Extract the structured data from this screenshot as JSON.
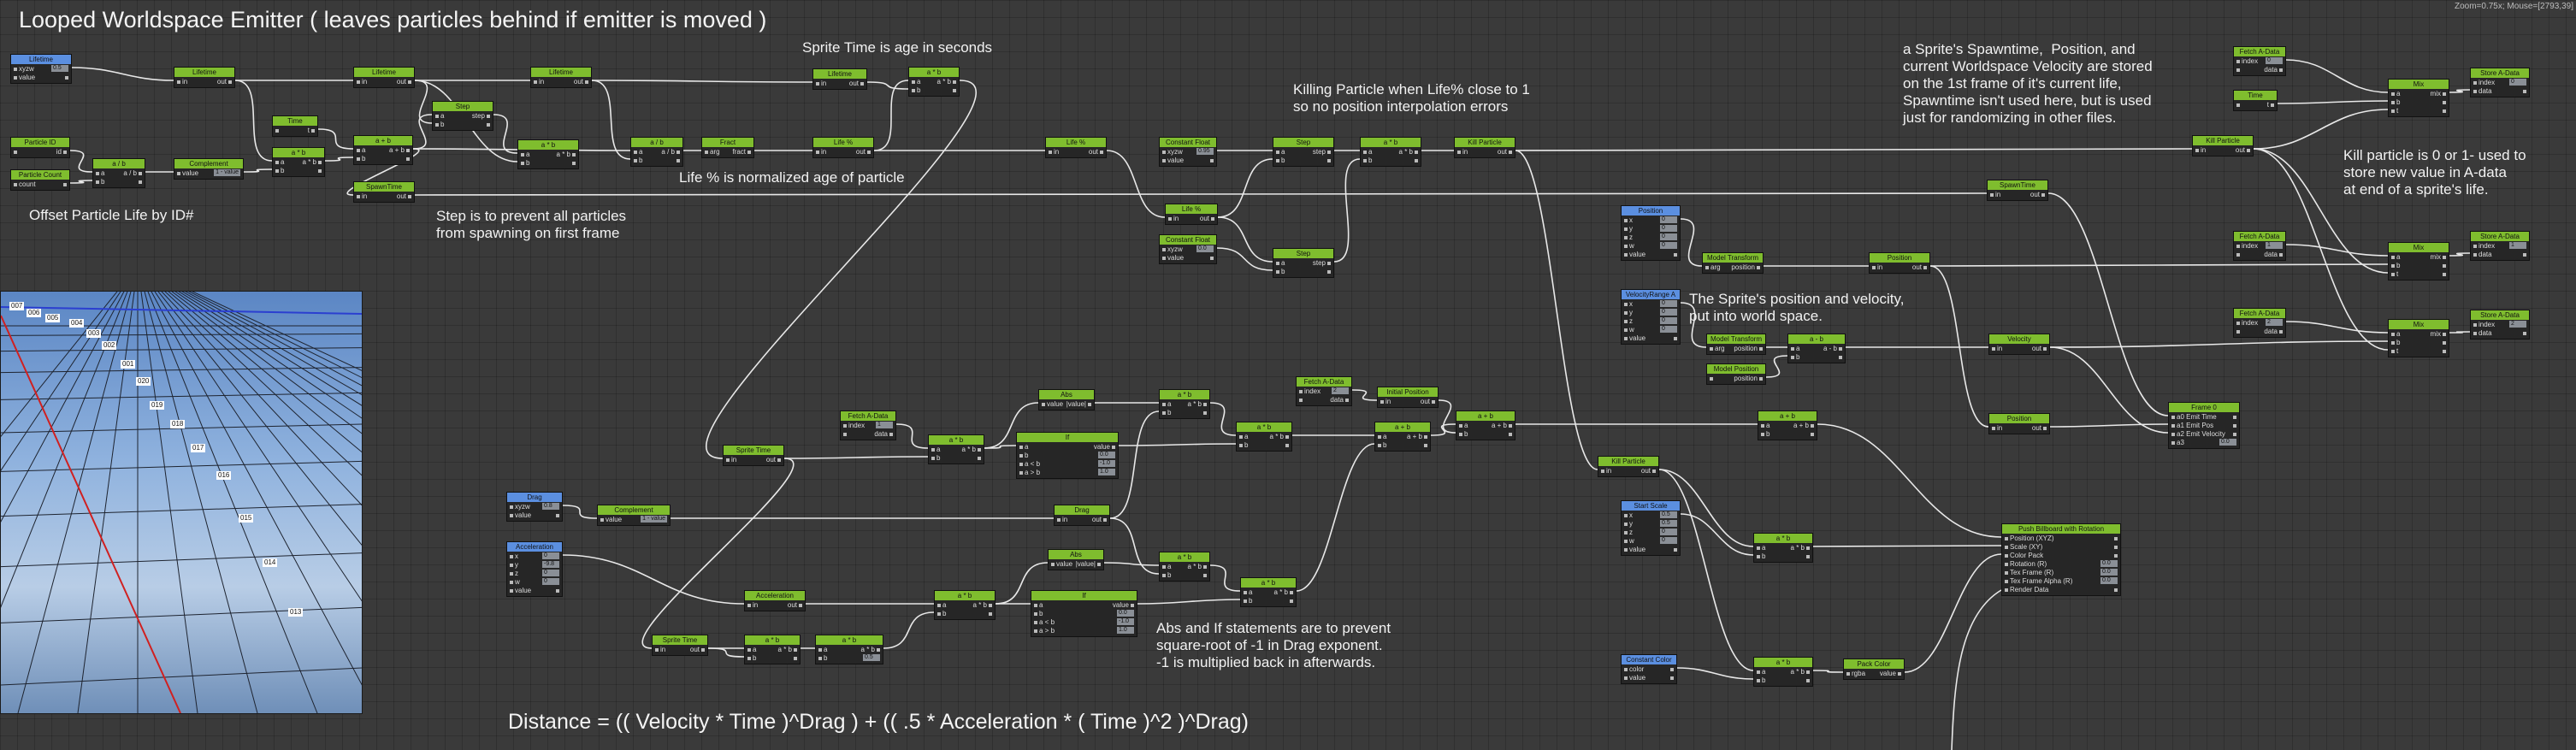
{
  "header": {
    "title": "Looped Worldspace Emitter ( leaves particles behind if emitter is moved )",
    "zoom_readout": "Zoom=0.75x; Mouse=[2793,39]"
  },
  "notes": {
    "sprite_age": "Sprite Time is age in seconds",
    "killing": "Killing Particle when Life% close to 1\nso no position interpolation errors",
    "spawn_storage": "a Sprite's Spawntime,  Position, and\ncurrent Worldspace Velocity are stored\non the 1st frame of it's current life,\nSpawntime isn't used here, but is used\njust for randomizing in other files.",
    "kill_particle": "Kill particle is 0 or 1- used to\nstore new value in A-data\nat end of a sprite's life.",
    "life_percent": "Life % is normalized age of particle",
    "offset": "Offset Particle Life by ID#",
    "step": "Step is to prevent all particles\nfrom spawning on first frame",
    "world_space": "The Sprite's position and velocity,\nput into world space.",
    "abs_if": "Abs and If statements are to prevent\nsquare-root of -1 in Drag exponent.\n-1 is multiplied back in afterwards.",
    "formula": "Distance = (( Velocity * Time )^Drag ) + (( .5 * Acceleration * ( Time )^2 )^Drag)"
  },
  "nodes": [
    {
      "id": "lifetime-param",
      "title": "Lifetime",
      "blue": true,
      "rows": [
        [
          "xyzw",
          "0.5"
        ],
        [
          "value",
          ""
        ]
      ]
    },
    {
      "id": "particle-id",
      "title": "Particle ID",
      "rows": [
        [
          "",
          "id"
        ]
      ]
    },
    {
      "id": "particle-count",
      "title": "Particle Count",
      "rows": [
        [
          "count",
          ""
        ]
      ]
    },
    {
      "id": "div-1",
      "title": "a / b",
      "rows": [
        [
          "a",
          "a / b"
        ],
        [
          "b",
          ""
        ]
      ]
    },
    {
      "id": "lifetime-1",
      "title": "Lifetime",
      "rows": [
        [
          "in",
          "out"
        ]
      ]
    },
    {
      "id": "complement-1",
      "title": "Complement",
      "rows": [
        [
          "value",
          "1 - value"
        ]
      ]
    },
    {
      "id": "time-1",
      "title": "Time",
      "rows": [
        [
          "",
          "t"
        ]
      ]
    },
    {
      "id": "mul-1",
      "title": "a * b",
      "rows": [
        [
          "a",
          "a * b"
        ],
        [
          "b",
          ""
        ]
      ]
    },
    {
      "id": "lifetime-2",
      "title": "Lifetime",
      "rows": [
        [
          "in",
          "out"
        ]
      ]
    },
    {
      "id": "add-1",
      "title": "a + b",
      "rows": [
        [
          "a",
          "a + b"
        ],
        [
          "b",
          ""
        ]
      ]
    },
    {
      "id": "spawntime-1",
      "title": "SpawnTime",
      "rows": [
        [
          "in",
          "out"
        ]
      ]
    },
    {
      "id": "step-1",
      "title": "Step",
      "rows": [
        [
          "a",
          "step"
        ],
        [
          "b",
          ""
        ]
      ]
    },
    {
      "id": "lifetime-3",
      "title": "Lifetime",
      "rows": [
        [
          "in",
          "out"
        ]
      ]
    },
    {
      "id": "mul-2",
      "title": "a * b",
      "rows": [
        [
          "a",
          "a * b"
        ],
        [
          "b",
          ""
        ]
      ]
    },
    {
      "id": "div-2",
      "title": "a / b",
      "rows": [
        [
          "a",
          "a / b"
        ],
        [
          "b",
          ""
        ]
      ]
    },
    {
      "id": "fract-1",
      "title": "Fract",
      "rows": [
        [
          "arg",
          "fract"
        ]
      ]
    },
    {
      "id": "life-pct-1",
      "title": "Life %",
      "rows": [
        [
          "in",
          "out"
        ]
      ]
    },
    {
      "id": "lifetime-4",
      "title": "Lifetime",
      "rows": [
        [
          "in",
          "out"
        ]
      ]
    },
    {
      "id": "mul-3",
      "title": "a * b",
      "rows": [
        [
          "a",
          "a * b"
        ],
        [
          "b",
          ""
        ]
      ]
    },
    {
      "id": "life-pct-2",
      "title": "Life %",
      "rows": [
        [
          "in",
          "out"
        ]
      ]
    },
    {
      "id": "life-pct-3",
      "title": "Life %",
      "rows": [
        [
          "in",
          "out"
        ]
      ]
    },
    {
      "id": "const-float-1",
      "title": "Constant Float",
      "rows": [
        [
          "xyzw",
          "0.95"
        ],
        [
          "value",
          ""
        ]
      ]
    },
    {
      "id": "const-float-2",
      "title": "Constant Float",
      "rows": [
        [
          "xyzw",
          "0.0"
        ],
        [
          "value",
          ""
        ]
      ]
    },
    {
      "id": "step-2",
      "title": "Step",
      "rows": [
        [
          "a",
          "step"
        ],
        [
          "b",
          ""
        ]
      ]
    },
    {
      "id": "mul-4",
      "title": "a * b",
      "rows": [
        [
          "a",
          "a * b"
        ],
        [
          "b",
          ""
        ]
      ]
    },
    {
      "id": "step-3",
      "title": "Step",
      "rows": [
        [
          "a",
          "step"
        ],
        [
          "b",
          ""
        ]
      ]
    },
    {
      "id": "kill-particle-1",
      "title": "Kill Particle",
      "rows": [
        [
          "in",
          "out"
        ]
      ]
    },
    {
      "id": "spawntime-2",
      "title": "SpawnTime",
      "rows": [
        [
          "in",
          "out"
        ]
      ]
    },
    {
      "id": "kill-particle-2",
      "title": "Kill Particle",
      "rows": [
        [
          "in",
          "out"
        ]
      ]
    },
    {
      "id": "fetch-adata-1",
      "title": "Fetch A-Data",
      "rows": [
        [
          "index",
          "0"
        ],
        [
          "",
          "data"
        ]
      ]
    },
    {
      "id": "time-2",
      "title": "Time",
      "rows": [
        [
          "",
          "t"
        ]
      ]
    },
    {
      "id": "mix-1",
      "title": "Mix",
      "rows": [
        [
          "a",
          "mix"
        ],
        [
          "b",
          ""
        ],
        [
          "t",
          ""
        ]
      ]
    },
    {
      "id": "store-adata-1",
      "title": "Store A-Data",
      "rows": [
        [
          "index",
          "0"
        ],
        [
          "data",
          ""
        ]
      ]
    },
    {
      "id": "fetch-adata-2",
      "title": "Fetch A-Data",
      "rows": [
        [
          "index",
          "1"
        ],
        [
          "",
          "data"
        ]
      ]
    },
    {
      "id": "mix-2",
      "title": "Mix",
      "rows": [
        [
          "a",
          "mix"
        ],
        [
          "b",
          ""
        ],
        [
          "t",
          ""
        ]
      ]
    },
    {
      "id": "store-adata-2",
      "title": "Store A-Data",
      "rows": [
        [
          "index",
          "1"
        ],
        [
          "data",
          ""
        ]
      ]
    },
    {
      "id": "fetch-adata-3",
      "title": "Fetch A-Data",
      "rows": [
        [
          "index",
          "2"
        ],
        [
          "",
          "data"
        ]
      ]
    },
    {
      "id": "mix-3",
      "title": "Mix",
      "rows": [
        [
          "a",
          "mix"
        ],
        [
          "b",
          ""
        ],
        [
          "t",
          ""
        ]
      ]
    },
    {
      "id": "store-adata-3",
      "title": "Store A-Data",
      "rows": [
        [
          "index",
          "2"
        ],
        [
          "data",
          ""
        ]
      ]
    },
    {
      "id": "position-param",
      "title": "Position",
      "blue": true,
      "rows": [
        [
          "x",
          "0"
        ],
        [
          "y",
          "0"
        ],
        [
          "z",
          "0"
        ],
        [
          "w",
          "0"
        ],
        [
          "value",
          ""
        ]
      ]
    },
    {
      "id": "model-transform-1",
      "title": "Model Transform",
      "rows": [
        [
          "arg",
          "position"
        ]
      ]
    },
    {
      "id": "position-1",
      "title": "Position",
      "rows": [
        [
          "in",
          "out"
        ]
      ]
    },
    {
      "id": "velocity-range-param",
      "title": "VelocityRange A",
      "blue": true,
      "rows": [
        [
          "x",
          "0"
        ],
        [
          "y",
          "0"
        ],
        [
          "z",
          "0"
        ],
        [
          "w",
          "0"
        ],
        [
          "value",
          ""
        ]
      ]
    },
    {
      "id": "model-transform-2",
      "title": "Model Transform",
      "rows": [
        [
          "arg",
          "position"
        ]
      ]
    },
    {
      "id": "model-position",
      "title": "Model Position",
      "rows": [
        [
          "",
          "position"
        ]
      ]
    },
    {
      "id": "sub-1",
      "title": "a - b",
      "rows": [
        [
          "a",
          "a - b"
        ],
        [
          "b",
          ""
        ]
      ]
    },
    {
      "id": "velocity-1",
      "title": "Velocity",
      "rows": [
        [
          "in",
          "out"
        ]
      ]
    },
    {
      "id": "position-2",
      "title": "Position",
      "rows": [
        [
          "in",
          "out"
        ]
      ]
    },
    {
      "id": "frame-0",
      "title": "Frame 0",
      "rows": [
        [
          "a0 Emit Time",
          ""
        ],
        [
          "a1 Emit Pos",
          ""
        ],
        [
          "a2 Emit Velocity",
          ""
        ],
        [
          "a3",
          "0.0"
        ]
      ]
    },
    {
      "id": "fetch-adata-4",
      "title": "Fetch A-Data",
      "rows": [
        [
          "index",
          "2"
        ],
        [
          "",
          "data"
        ]
      ]
    },
    {
      "id": "initial-position",
      "title": "Initial Position",
      "rows": [
        [
          "in",
          "out"
        ]
      ]
    },
    {
      "id": "fetch-adata-5",
      "title": "Fetch A-Data",
      "rows": [
        [
          "index",
          "1"
        ],
        [
          "",
          "data"
        ]
      ]
    },
    {
      "id": "sprite-time-1",
      "title": "Sprite Time",
      "rows": [
        [
          "in",
          "out"
        ]
      ]
    },
    {
      "id": "mul-5",
      "title": "a * b",
      "rows": [
        [
          "a",
          "a * b"
        ],
        [
          "b",
          ""
        ]
      ]
    },
    {
      "id": "abs-1",
      "title": "Abs",
      "rows": [
        [
          "value",
          "|value|"
        ]
      ]
    },
    {
      "id": "if-1",
      "title": "If",
      "rows": [
        [
          "a",
          "value"
        ],
        [
          "b",
          "0.0"
        ],
        [
          "a < b",
          "-1.0"
        ],
        [
          "a > b",
          "1.0"
        ]
      ]
    },
    {
      "id": "mul-6",
      "title": "a * b",
      "rows": [
        [
          "a",
          "a * b"
        ],
        [
          "b",
          ""
        ]
      ]
    },
    {
      "id": "mul-7",
      "title": "a * b",
      "rows": [
        [
          "a",
          "a * b"
        ],
        [
          "b",
          ""
        ]
      ]
    },
    {
      "id": "add-2",
      "title": "a + b",
      "rows": [
        [
          "a",
          "a + b"
        ],
        [
          "b",
          ""
        ]
      ]
    },
    {
      "id": "add-3",
      "title": "a + b",
      "rows": [
        [
          "a",
          "a + b"
        ],
        [
          "b",
          ""
        ]
      ]
    },
    {
      "id": "add-4",
      "title": "a + b",
      "rows": [
        [
          "a",
          "a + b"
        ],
        [
          "b",
          ""
        ]
      ]
    },
    {
      "id": "drag-param",
      "title": "Drag",
      "blue": true,
      "rows": [
        [
          "xyzw",
          "0.8"
        ],
        [
          "value",
          ""
        ]
      ]
    },
    {
      "id": "complement-2",
      "title": "Complement",
      "rows": [
        [
          "value",
          "1 - value"
        ]
      ]
    },
    {
      "id": "drag-1",
      "title": "Drag",
      "rows": [
        [
          "in",
          "out"
        ]
      ]
    },
    {
      "id": "acceleration-param",
      "title": "Acceleration",
      "blue": true,
      "rows": [
        [
          "x",
          "0"
        ],
        [
          "y",
          "-9.8"
        ],
        [
          "z",
          "0"
        ],
        [
          "w",
          "0"
        ],
        [
          "value",
          ""
        ]
      ]
    },
    {
      "id": "acceleration-1",
      "title": "Acceleration",
      "rows": [
        [
          "in",
          "out"
        ]
      ]
    },
    {
      "id": "mul-8",
      "title": "a * b",
      "rows": [
        [
          "a",
          "a * b"
        ],
        [
          "b",
          ""
        ]
      ]
    },
    {
      "id": "abs-2",
      "title": "Abs",
      "rows": [
        [
          "value",
          "|value|"
        ]
      ]
    },
    {
      "id": "if-2",
      "title": "If",
      "rows": [
        [
          "a",
          "value"
        ],
        [
          "b",
          "0.0"
        ],
        [
          "a < b",
          "-1.0"
        ],
        [
          "a > b",
          "1.0"
        ]
      ]
    },
    {
      "id": "mul-9",
      "title": "a * b",
      "rows": [
        [
          "a",
          "a * b"
        ],
        [
          "b",
          ""
        ]
      ]
    },
    {
      "id": "mul-10",
      "title": "a * b",
      "rows": [
        [
          "a",
          "a * b"
        ],
        [
          "b",
          ""
        ]
      ]
    },
    {
      "id": "sprite-time-2",
      "title": "Sprite Time",
      "rows": [
        [
          "in",
          "out"
        ]
      ]
    },
    {
      "id": "mul-11",
      "title": "a * b",
      "rows": [
        [
          "a",
          "a * b"
        ],
        [
          "b",
          ""
        ]
      ]
    },
    {
      "id": "mul-12",
      "title": "a * b",
      "rows": [
        [
          "a",
          "a * b"
        ],
        [
          "b",
          "0.5"
        ]
      ]
    },
    {
      "id": "kill-particle-3",
      "title": "Kill Particle",
      "rows": [
        [
          "in",
          "out"
        ]
      ]
    },
    {
      "id": "start-scale-param",
      "title": "Start Scale",
      "blue": true,
      "rows": [
        [
          "x",
          "0.5"
        ],
        [
          "y",
          "0.5"
        ],
        [
          "z",
          "0"
        ],
        [
          "w",
          "0"
        ],
        [
          "value",
          ""
        ]
      ]
    },
    {
      "id": "mul-13",
      "title": "a * b",
      "rows": [
        [
          "a",
          "a * b"
        ],
        [
          "b",
          ""
        ]
      ]
    },
    {
      "id": "push-billboard",
      "title": "Push Billboard with Rotation",
      "rows": [
        [
          "Position (XYZ)",
          ""
        ],
        [
          "Scale (XY)",
          ""
        ],
        [
          "Color Pack",
          ""
        ],
        [
          "Rotation (R)",
          "0.0"
        ],
        [
          "Tex Frame (R)",
          "0.0"
        ],
        [
          "Tex Frame Alpha (R)",
          "0.0"
        ],
        [
          "Render Data",
          ""
        ]
      ]
    },
    {
      "id": "constant-color-param",
      "title": "Constant Color",
      "blue": true,
      "rows": [
        [
          "color",
          ""
        ],
        [
          "value",
          ""
        ]
      ]
    },
    {
      "id": "mul-14",
      "title": "a * b",
      "rows": [
        [
          "a",
          "a * b"
        ],
        [
          "b",
          ""
        ]
      ]
    },
    {
      "id": "pack-color",
      "title": "Pack Color",
      "rows": [
        [
          "rgba",
          "value"
        ]
      ]
    }
  ],
  "viewport_labels": [
    "007",
    "006",
    "005",
    "004",
    "003",
    "002",
    "001",
    "020",
    "019",
    "018",
    "017",
    "016",
    "015",
    "014",
    "013"
  ]
}
